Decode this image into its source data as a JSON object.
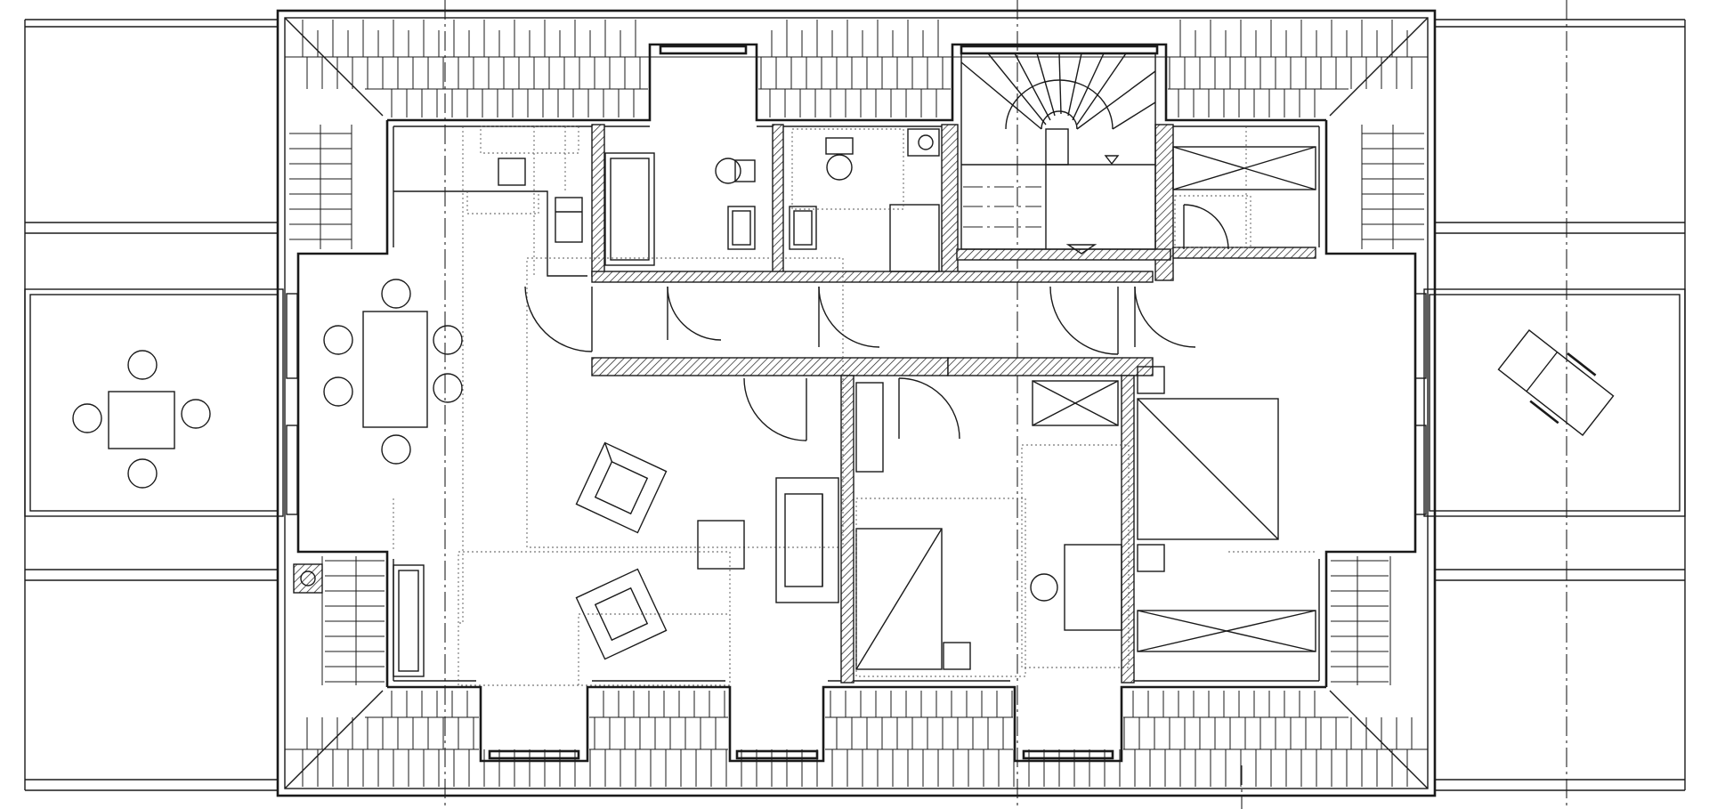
{
  "drawing": {
    "kind": "architectural floor plan (attic level)",
    "text_labels": [],
    "colors": {
      "line": "#1a1a1a",
      "background": "#ffffff"
    },
    "elements": {
      "rooms": [
        "living-dining",
        "kitchen",
        "bathroom",
        "wc",
        "stair-hall",
        "corridor",
        "bedroom-left",
        "bedroom-right",
        "storage"
      ],
      "terraces": [
        "terrace-left",
        "terrace-right"
      ],
      "icons": [
        "stair-icon",
        "door-swing-icon",
        "bed-icon",
        "table-icon",
        "chair-icon",
        "sofa-icon",
        "armchair-icon",
        "toilet-icon",
        "sink-icon",
        "bathtub-icon",
        "wardrobe-icon",
        "chimney-icon",
        "lounger-icon"
      ]
    }
  }
}
